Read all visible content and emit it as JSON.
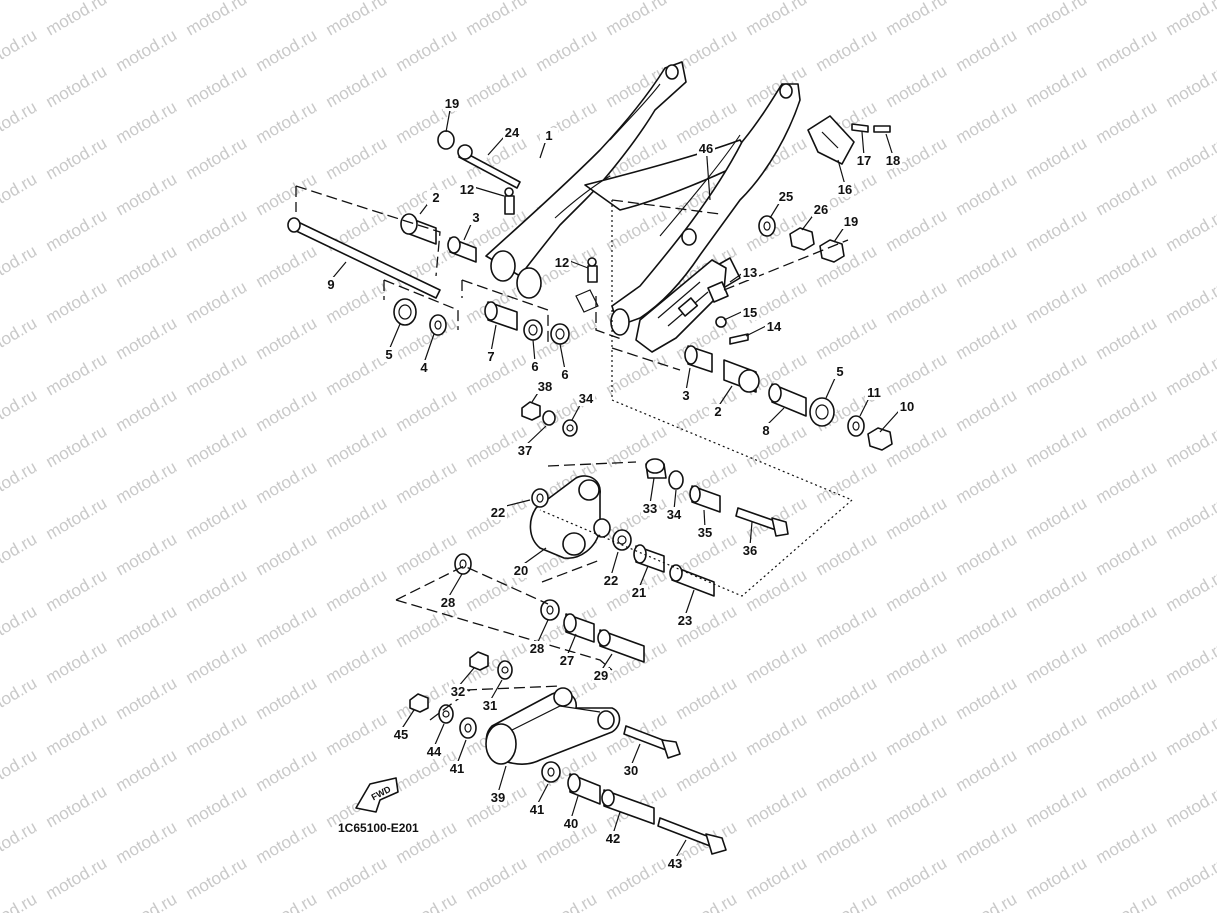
{
  "watermark": {
    "text": "motod.ru",
    "color": "#c9c9c9"
  },
  "diagram_code": "1C65100-E201",
  "direction_badge": {
    "label": "FWD"
  },
  "callouts": [
    "19",
    "24",
    "1",
    "46",
    "17",
    "18",
    "16",
    "12",
    "2",
    "3",
    "25",
    "26",
    "19",
    "9",
    "12",
    "13",
    "15",
    "14",
    "5",
    "4",
    "7",
    "6",
    "6",
    "3",
    "2",
    "5",
    "11",
    "10",
    "8",
    "38",
    "34",
    "37",
    "22",
    "33",
    "34",
    "35",
    "36",
    "20",
    "22",
    "21",
    "23",
    "28",
    "28",
    "27",
    "29",
    "32",
    "31",
    "45",
    "44",
    "41",
    "30",
    "39",
    "41",
    "40",
    "42",
    "43"
  ]
}
